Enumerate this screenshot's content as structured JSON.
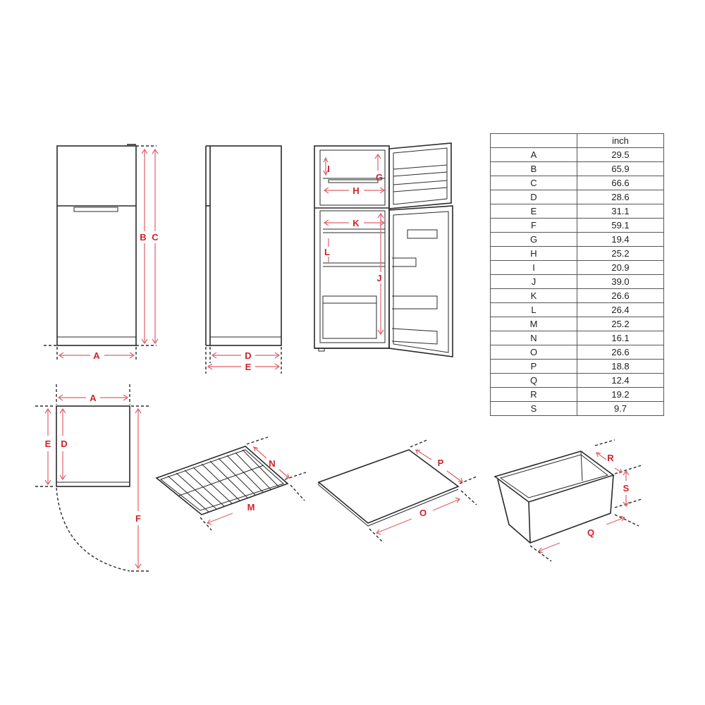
{
  "labels": {
    "A": "A",
    "B": "B",
    "C": "C",
    "D": "D",
    "E": "E",
    "F": "F",
    "G": "G",
    "H": "H",
    "I": "I",
    "J": "J",
    "K": "K",
    "L": "L",
    "M": "M",
    "N": "N",
    "O": "O",
    "P": "P",
    "Q": "Q",
    "R": "R",
    "S": "S"
  },
  "table": {
    "header": [
      "",
      "inch"
    ],
    "rows": [
      [
        "A",
        "29.5"
      ],
      [
        "B",
        "65.9"
      ],
      [
        "C",
        "66.6"
      ],
      [
        "D",
        "28.6"
      ],
      [
        "E",
        "31.1"
      ],
      [
        "F",
        "59.1"
      ],
      [
        "G",
        "19.4"
      ],
      [
        "H",
        "25.2"
      ],
      [
        "I",
        "20.9"
      ],
      [
        "J",
        "39.0"
      ],
      [
        "K",
        "26.6"
      ],
      [
        "L",
        "26.4"
      ],
      [
        "M",
        "25.2"
      ],
      [
        "N",
        "16.1"
      ],
      [
        "O",
        "26.6"
      ],
      [
        "P",
        "18.8"
      ],
      [
        "Q",
        "12.4"
      ],
      [
        "R",
        "19.2"
      ],
      [
        "S",
        "9.7"
      ]
    ]
  }
}
